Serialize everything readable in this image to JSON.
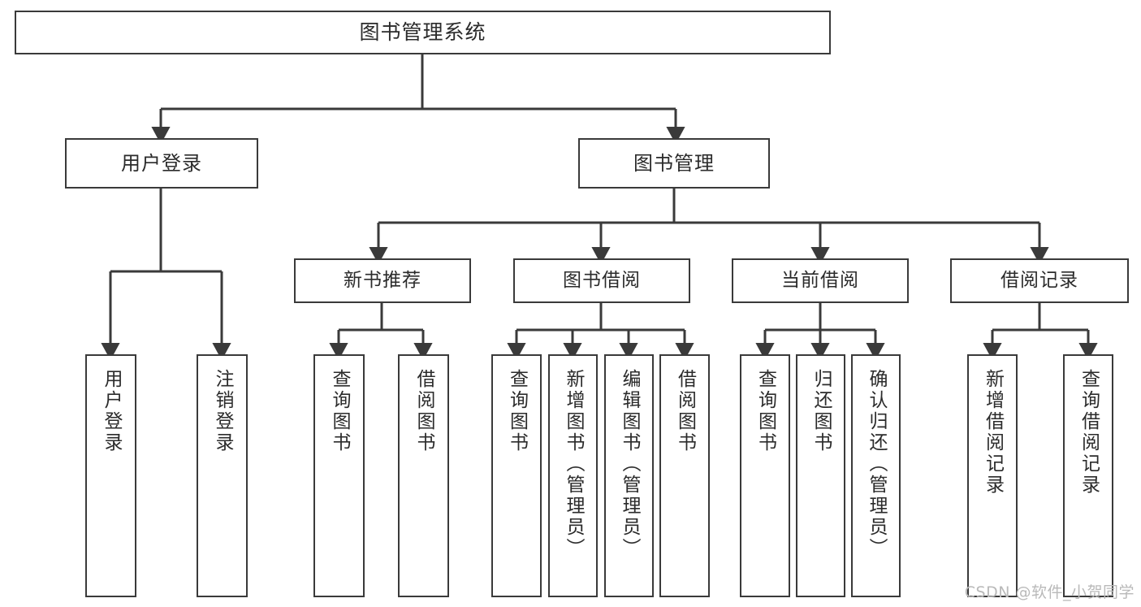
{
  "diagram": {
    "title": "图书管理系统",
    "watermark": "CSDN @软件_小贺同学",
    "line_color": "#3a3a3a",
    "box_fill": "#ffffff",
    "text_color": "#2b2b2b",
    "watermark_color": "#b9b9b9"
  },
  "nodes": {
    "root": {
      "label": "图书管理系统"
    },
    "level1": [
      {
        "label": "用户登录"
      },
      {
        "label": "图书管理"
      }
    ],
    "level2": [
      {
        "label": "新书推荐"
      },
      {
        "label": "图书借阅"
      },
      {
        "label": "当前借阅"
      },
      {
        "label": "借阅记录"
      }
    ],
    "leaves": [
      {
        "label": "用户登录"
      },
      {
        "label": "注销登录"
      },
      {
        "label": "查询图书"
      },
      {
        "label": "借阅图书"
      },
      {
        "label": "查询图书"
      },
      {
        "label": "新增图书（管理员）"
      },
      {
        "label": "编辑图书（管理员）"
      },
      {
        "label": "借阅图书"
      },
      {
        "label": "查询图书"
      },
      {
        "label": "归还图书"
      },
      {
        "label": "确认归还（管理员）"
      },
      {
        "label": "新增借阅记录"
      },
      {
        "label": "查询借阅记录"
      }
    ]
  }
}
